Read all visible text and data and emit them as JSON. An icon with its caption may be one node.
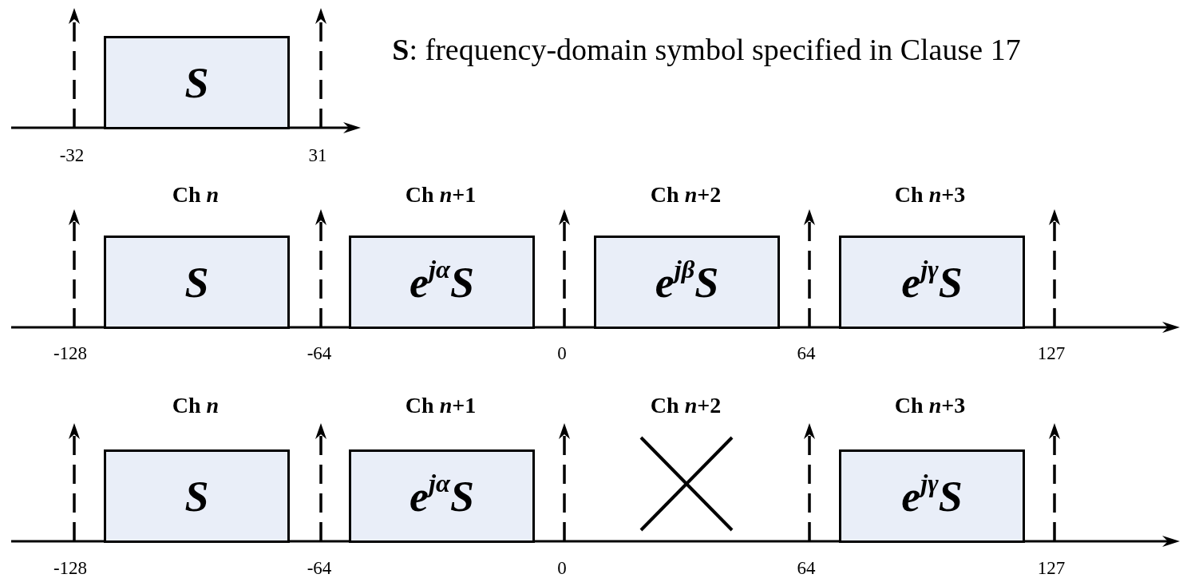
{
  "diagram": {
    "nodes": [
      {
        "text": [
          "S"
        ]
      },
      {
        "text": [
          "S"
        ]
      },
      {
        "text": [
          "e$^{jα}$S"
        ]
      },
      {
        "text": [
          "e$^{jβ}$S"
        ]
      },
      {
        "text": [
          "e$^{jγ}$S"
        ]
      },
      {
        "text": [
          "S"
        ]
      },
      {
        "text": [
          "e$^{jα}$S"
        ]
      },
      {
        "text": [
          "e$^{jγ}$S"
        ]
      }
    ],
    "labels": [
      "**S**: frequency-domain symbol specified in Clause 17",
      "-32",
      "31",
      "Ch *n*",
      "Ch *n*+1",
      "Ch *n*+2",
      "Ch *n*+3",
      "-128",
      "-64",
      "0",
      "64",
      "127",
      "Ch *n*",
      "Ch *n*+1",
      "Ch *n*+2",
      "Ch *n*+3",
      "-128",
      "-64",
      "0",
      "64",
      "127"
    ]
  }
}
